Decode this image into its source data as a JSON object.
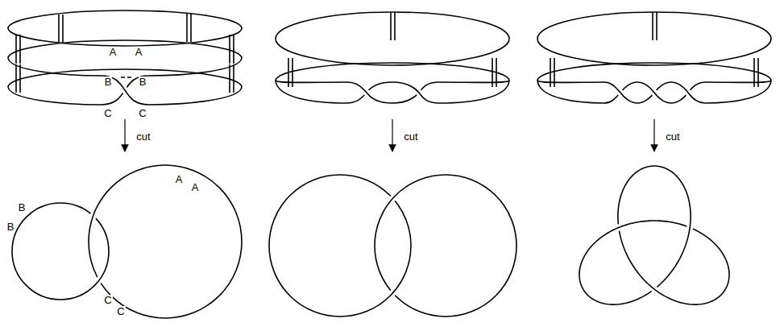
{
  "diagram": {
    "labels": [
      "A",
      "A",
      "B",
      "B",
      "C",
      "C",
      "cut",
      "cut",
      "cut",
      "B",
      "B",
      "A",
      "A",
      "C",
      "C"
    ]
  }
}
